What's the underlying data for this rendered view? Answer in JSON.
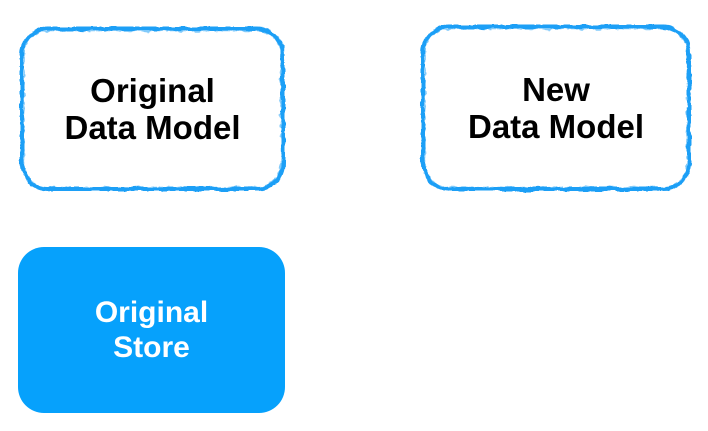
{
  "canvas": {
    "background": "#ffffff"
  },
  "colors": {
    "shape_fill_blue": "#06A1FC",
    "sketch_stroke_blue": "#1E9FF6",
    "text_black": "#000000",
    "text_white": "#ffffff"
  },
  "shapes": [
    {
      "name": "original-data-model",
      "style": "outlined-sketch",
      "line1": "Original",
      "line2": "Data Model"
    },
    {
      "name": "new-data-model",
      "style": "outlined-sketch",
      "line1": "New",
      "line2": "Data Model"
    },
    {
      "name": "original-store",
      "style": "filled",
      "line1": "Original",
      "line2": "Store"
    }
  ]
}
